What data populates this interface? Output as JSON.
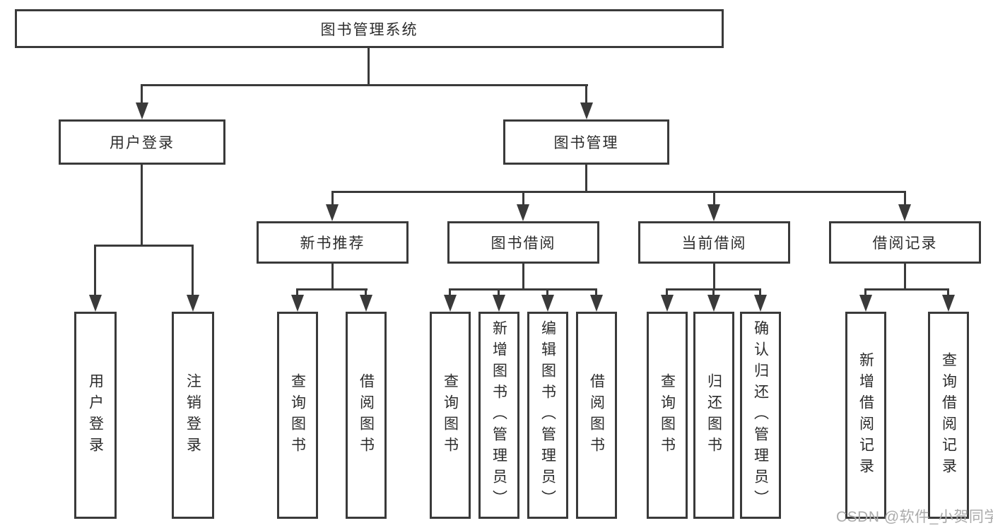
{
  "diagram_title": "图书管理系统",
  "watermark": "CSDN @软件_小贺同学",
  "colors": {
    "line": "#3a3a3a",
    "text": "#2c2c2c",
    "background": "#ffffff",
    "watermark": "#ababab"
  },
  "nodes": {
    "root": "图书管理系统",
    "level2": {
      "user_login": "用户登录",
      "book_management": "图书管理"
    },
    "level3": {
      "new_book_recommend": "新书推荐",
      "book_borrowing": "图书借阅",
      "current_borrowing": "当前借阅",
      "borrowing_records": "借阅记录"
    },
    "leaves": {
      "user_login": [
        "用户登录",
        "注销登录"
      ],
      "new_book_recommend": [
        "查询图书",
        "借阅图书"
      ],
      "book_borrowing": [
        "查询图书",
        "新增图书（管理员）",
        "编辑图书（管理员）",
        "借阅图书"
      ],
      "current_borrowing": [
        "查询图书",
        "归还图书",
        "确认归还（管理员）"
      ],
      "borrowing_records": [
        "新增借阅记录",
        "查询借阅记录"
      ]
    }
  }
}
